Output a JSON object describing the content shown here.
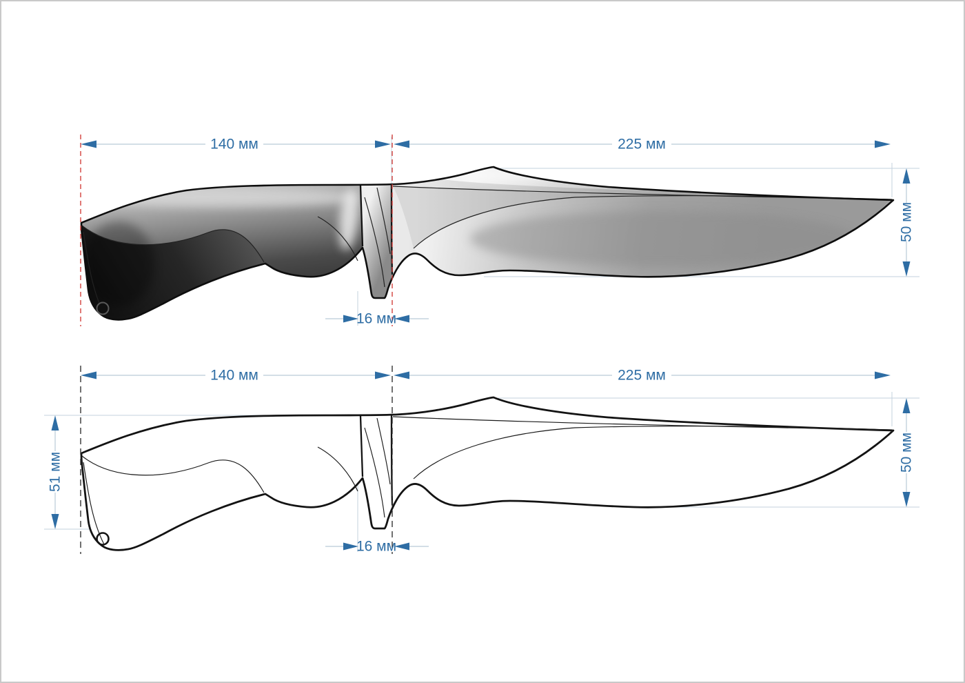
{
  "page": {
    "background": "#ffffff",
    "border_color": "#c9c9c9"
  },
  "drawing": {
    "type": "knife-technical-drawing",
    "units": "мм",
    "dimensions_mm": {
      "handle_length": 140,
      "blade_length": 225,
      "blade_height": 50,
      "handle_height": 51,
      "guard_width": 16
    },
    "views": {
      "top": {
        "style": "shaded-render",
        "dims": {
          "handle_length": "140 мм",
          "blade_length": "225 мм",
          "blade_height": "50 мм",
          "guard_width": "16 мм"
        }
      },
      "bottom": {
        "style": "outline-drawing",
        "dims": {
          "handle_length": "140 мм",
          "blade_length": "225 мм",
          "blade_height": "50 мм",
          "handle_height": "51 мм",
          "guard_width": "16 мм"
        }
      }
    },
    "colors": {
      "dimension_text": "#2e6da4",
      "dimension_line": "#b9cad7",
      "extension_dashed_top_view": "#d2403c",
      "extension_dashed_bottom_view": "#333333",
      "knife_outline": "#131313"
    }
  }
}
